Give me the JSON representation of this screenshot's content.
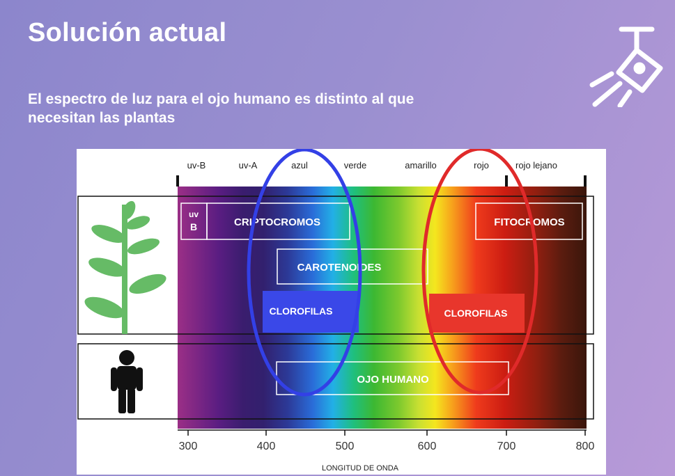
{
  "slide": {
    "title": "Solución actual",
    "subtitle": "El espectro de luz para el ojo humano es distinto al que necesitan las plantas"
  },
  "colors": {
    "background_start": "#8c86cc",
    "background_end": "#b89ad8",
    "circle_blue": "#3340e6",
    "circle_red": "#e02a2a",
    "chlorophyll_blue_box": "#3a48e8",
    "chlorophyll_red_box": "#e8362c",
    "plant_green": "#66bb66"
  },
  "icons": {
    "logo": "lamp-with-rays-icon",
    "plant": "plant-icon",
    "human": "person-silhouette-icon"
  },
  "diagram": {
    "bands": [
      "uv-B",
      "uv-A",
      "azul",
      "verde",
      "amarillo",
      "rojo",
      "rojo lejano"
    ],
    "plant_row": {
      "uvb_label_line1": "uv",
      "uvb_label_line2": "B",
      "cryptochromes": "CRIPTOCROMOS",
      "phytochromes": "FITOCROMOS",
      "carotenoids": "CAROTENOIDES",
      "chlorophyll_blue": "CLOROFILAS",
      "chlorophyll_red": "CLOROFILAS"
    },
    "human_row": {
      "human_eye": "OJO HUMANO"
    },
    "axis": {
      "ticks": [
        "300",
        "400",
        "500",
        "600",
        "700",
        "800"
      ],
      "label": "LONGITUD DE ONDA"
    }
  }
}
